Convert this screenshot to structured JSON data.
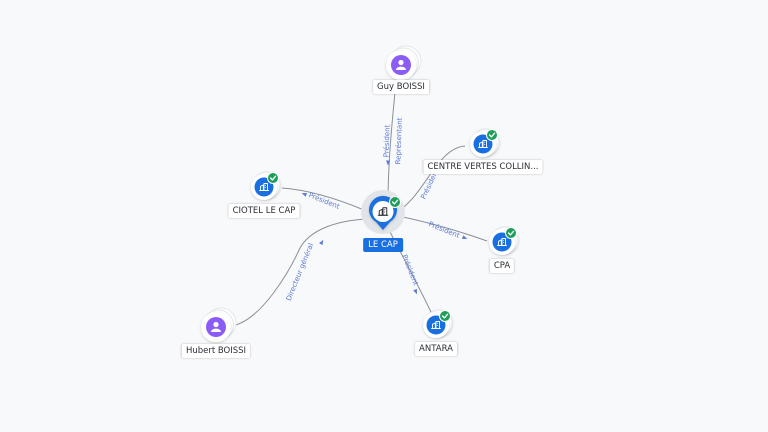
{
  "colors": {
    "company": "#1a6fe0",
    "person": "#8b5cf6",
    "verified": "#1e9e5a",
    "edge_label": "#5b7bd5"
  },
  "nodes": [
    {
      "id": "center",
      "label": "LE CAP",
      "kind": "company-center",
      "icon": "building-icon",
      "verified": true
    },
    {
      "id": "guy",
      "label": "Guy BOISSI",
      "kind": "person",
      "icon": "person-icon",
      "verified": false
    },
    {
      "id": "centre",
      "label": "CENTRE VERTES COLLIN...",
      "kind": "company",
      "icon": "building-icon",
      "verified": true
    },
    {
      "id": "ciotel",
      "label": "CIOTEL LE CAP",
      "kind": "company",
      "icon": "building-icon",
      "verified": true
    },
    {
      "id": "cpa",
      "label": "CPA",
      "kind": "company",
      "icon": "building-icon",
      "verified": true
    },
    {
      "id": "antara",
      "label": "ANTARA",
      "kind": "company",
      "icon": "building-icon",
      "verified": true
    },
    {
      "id": "hubert",
      "label": "Hubert BOISSI",
      "kind": "person",
      "icon": "person-icon",
      "verified": false
    }
  ],
  "edges": [
    {
      "id": "guy-center",
      "labels": [
        "Président",
        "Représentant"
      ]
    },
    {
      "id": "center-centre",
      "labels": [
        "Président"
      ]
    },
    {
      "id": "center-ciotel",
      "labels": [
        "Président"
      ]
    },
    {
      "id": "center-cpa",
      "labels": [
        "Président"
      ]
    },
    {
      "id": "center-antara",
      "labels": [
        "Président"
      ]
    },
    {
      "id": "hubert-center",
      "labels": [
        "Directeur général"
      ]
    }
  ]
}
